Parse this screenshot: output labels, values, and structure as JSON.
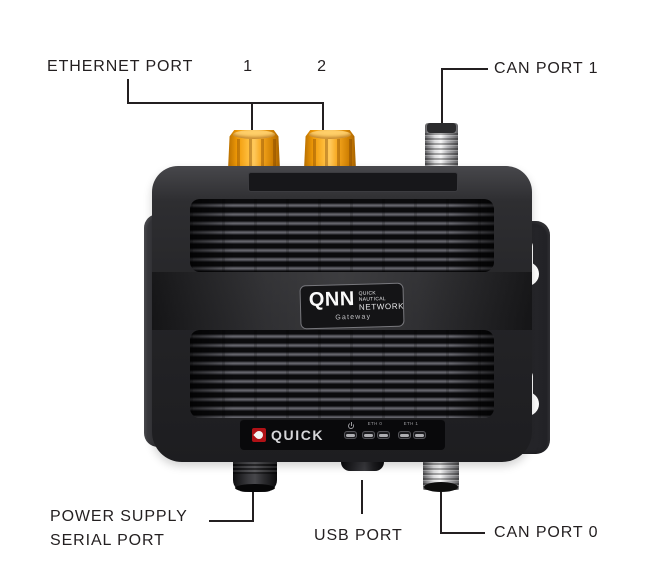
{
  "annotations": {
    "ethernet_port_label": "ETHERNET PORT",
    "ethernet_port_1": "1",
    "ethernet_port_2": "2",
    "can_port_1_label": "CAN PORT 1",
    "power_supply_line1": "POWER SUPPLY",
    "power_supply_line2": "SERIAL PORT",
    "usb_port_label": "USB PORT",
    "can_port_0_label": "CAN PORT 0"
  },
  "device": {
    "badge": {
      "acronym": "QNN",
      "brand_line1": "QUICK NAUTICAL",
      "brand_line2": "NETWORK",
      "model": "Gateway"
    },
    "front_panel": {
      "brand": "QUICK",
      "led_eth0_label": "ETH 0",
      "led_eth1_label": "ETH 1"
    }
  },
  "colors": {
    "annotation_ink": "#231f20",
    "connector_yellow": "#f5a51d",
    "brand_red": "#b01116",
    "device_body": "#2a2a2d",
    "metal_silver": "#c9c9cc",
    "background": "#ffffff"
  }
}
